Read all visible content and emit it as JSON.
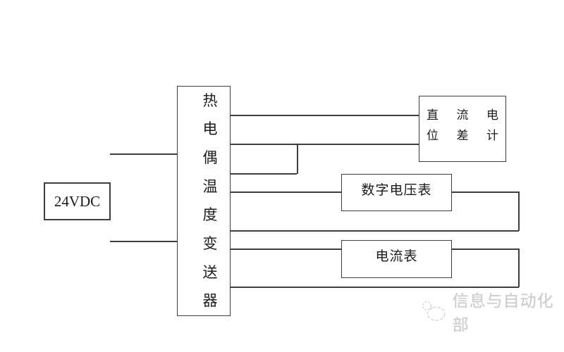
{
  "diagram": {
    "title": "thermocouple-temperature-transmitter-wiring-diagram",
    "power_supply": {
      "label": "24VDC"
    },
    "transmitter": {
      "label": "热电偶温度变送器",
      "chars": [
        "热",
        "电",
        "偶",
        "温",
        "度",
        "变",
        "送",
        "器"
      ]
    },
    "potentiometer": {
      "label": "直流电位差计",
      "rows": [
        [
          "直",
          "流",
          "电"
        ],
        [
          "位",
          "差",
          "计"
        ]
      ]
    },
    "voltmeter": {
      "label": "数字电压表"
    },
    "ammeter": {
      "label": "电流表"
    },
    "watermark": {
      "text": "信息与自动化部"
    },
    "colors": {
      "line": "#3d3d3d",
      "text": "#1a1a1a",
      "background": "#ffffff",
      "watermark": "#cccccc"
    }
  }
}
